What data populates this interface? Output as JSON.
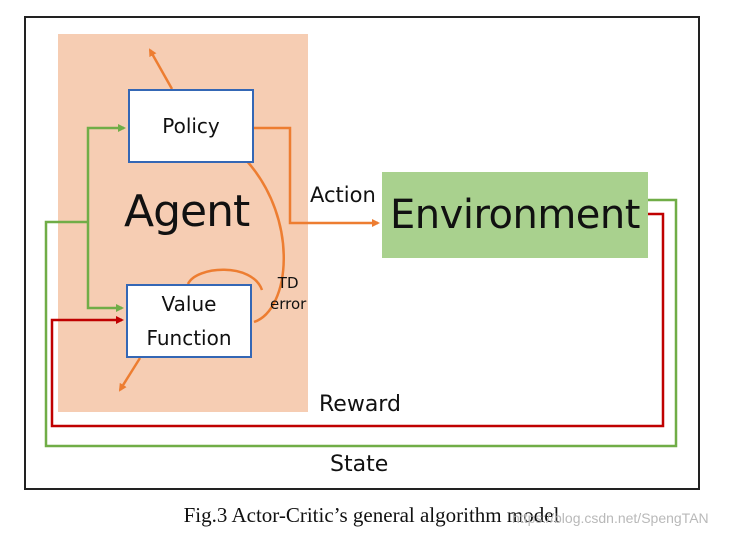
{
  "diagram": {
    "agent_label": "Agent",
    "policy_label": "Policy",
    "value_function_line1": "Value",
    "value_function_line2": "Function",
    "environment_label": "Environment",
    "action_label": "Action",
    "td_error_line1": "TD",
    "td_error_line2": "error",
    "reward_label": "Reward",
    "state_label": "State"
  },
  "caption": "Fig.3 Actor-Critic’s general algorithm model",
  "watermark": "https://blog.csdn.net/SpengTAN",
  "colors": {
    "agent_fill": "#f6cdb3",
    "environment_fill": "#a9d18e",
    "box_border": "#3467b5",
    "orange_arrow": "#ed7d31",
    "green_arrow": "#70ad47",
    "red_arrow": "#c00000"
  }
}
